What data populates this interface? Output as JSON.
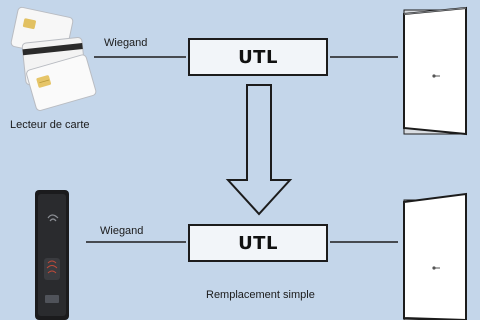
{
  "top": {
    "connection_label": "Wiegand",
    "box_label": "UTL",
    "device_label": "Lecteur de carte"
  },
  "bottom": {
    "connection_label": "Wiegand",
    "box_label": "UTL",
    "caption": "Remplacement simple"
  },
  "colors": {
    "background": "#c4d6ea",
    "box_fill": "#f2f5f9",
    "line": "#1c1c1c"
  }
}
